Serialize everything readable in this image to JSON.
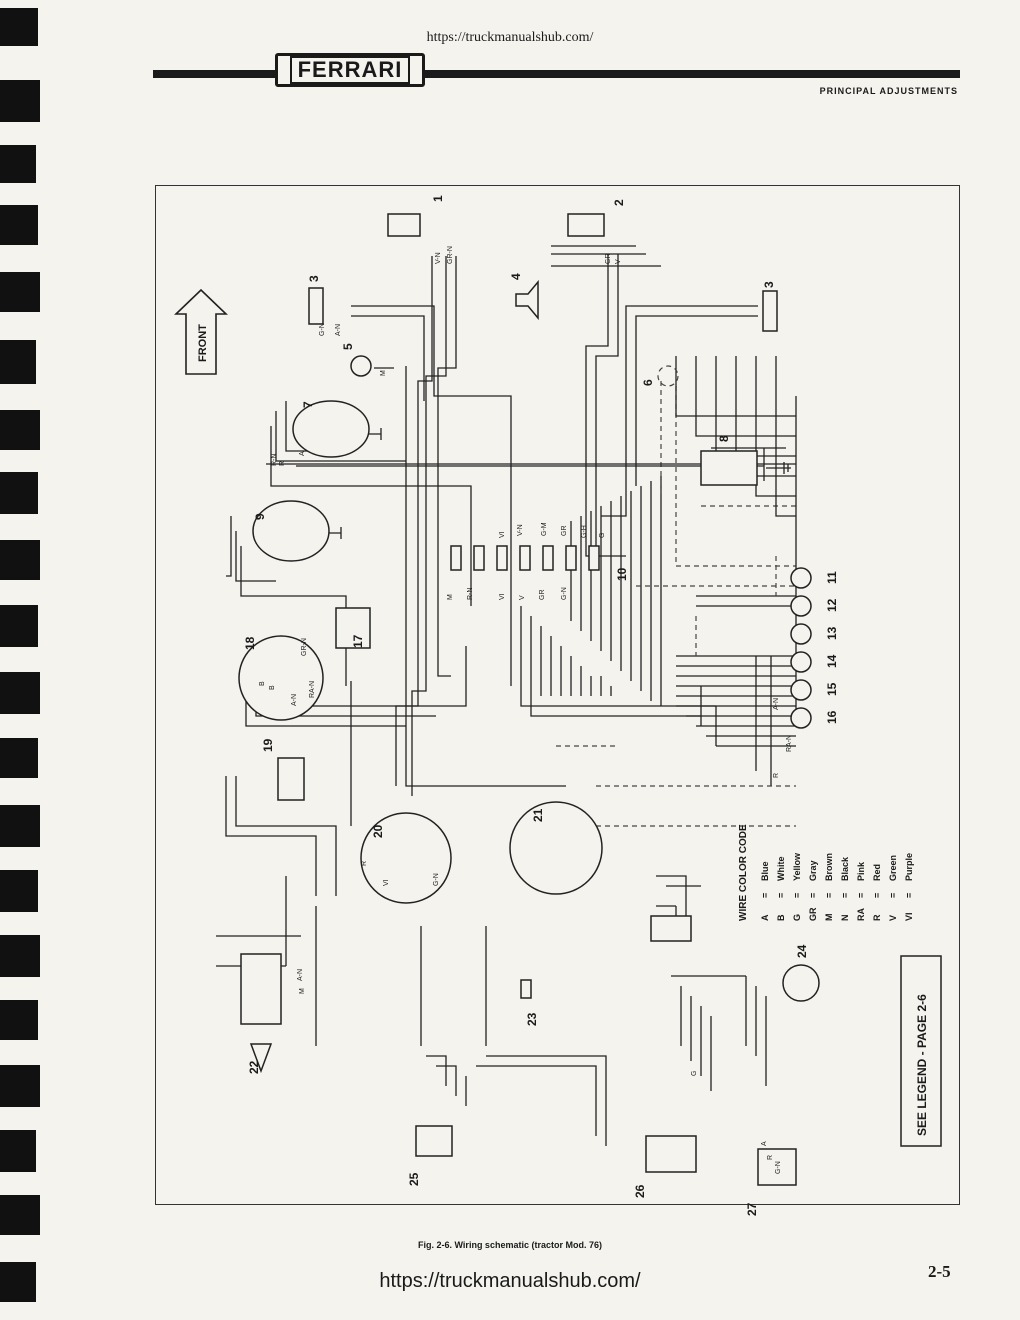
{
  "header": {
    "url_top": "https://truckmanualshub.com/",
    "logo_text": "FERRARI",
    "section_title": "PRINCIPAL ADJUSTMENTS"
  },
  "diagram": {
    "front_label": "FRONT",
    "component_numbers": [
      "1",
      "2",
      "3",
      "3",
      "4",
      "5",
      "6",
      "7",
      "8",
      "9",
      "10",
      "11",
      "12",
      "13",
      "14",
      "15",
      "16",
      "17",
      "18",
      "19",
      "20",
      "21",
      "22",
      "23",
      "24",
      "25",
      "26",
      "27"
    ],
    "wire_labels": [
      "V-N",
      "GR-N",
      "GR",
      "V",
      "G-N",
      "A-N",
      "M",
      "R-N",
      "A",
      "R",
      "B",
      "RA-N",
      "VI",
      "V-N",
      "G-M",
      "GR",
      "G-H",
      "G",
      "R-N",
      "M",
      "VI",
      "V",
      "GR",
      "G-N",
      "R",
      "VI",
      "G-N",
      "A-N",
      "B",
      "GR-N",
      "A-N",
      "M",
      "RA-N",
      "A-N",
      "R",
      "G",
      "A",
      "R",
      "G-N"
    ],
    "legend_title": "WIRE COLOR CODE",
    "legend": [
      {
        "code": "A",
        "eq": "=",
        "color": "Blue"
      },
      {
        "code": "B",
        "eq": "=",
        "color": "White"
      },
      {
        "code": "G",
        "eq": "=",
        "color": "Yellow"
      },
      {
        "code": "GR",
        "eq": "=",
        "color": "Gray"
      },
      {
        "code": "M",
        "eq": "=",
        "color": "Brown"
      },
      {
        "code": "N",
        "eq": "=",
        "color": "Black"
      },
      {
        "code": "RA",
        "eq": "=",
        "color": "Pink"
      },
      {
        "code": "R",
        "eq": "=",
        "color": "Red"
      },
      {
        "code": "V",
        "eq": "=",
        "color": "Green"
      },
      {
        "code": "VI",
        "eq": "=",
        "color": "Purple"
      }
    ],
    "see_legend": "SEE LEGEND - PAGE 2-6"
  },
  "caption": "Fig. 2-6.  Wiring schematic (tractor Mod. 76)",
  "footer": {
    "url_bottom": "https://truckmanualshub.com/",
    "page_number": "2-5"
  }
}
